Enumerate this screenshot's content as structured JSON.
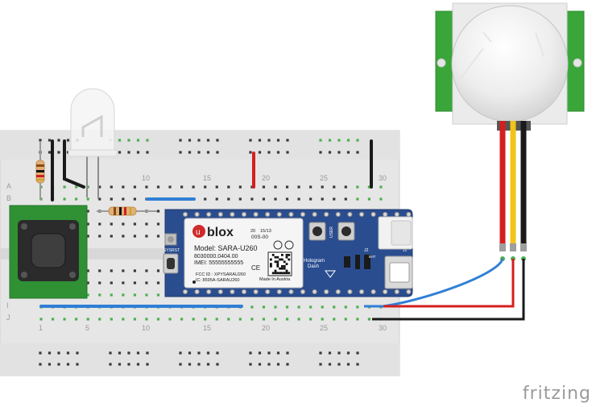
{
  "breadboard": {
    "row_letters_top": [
      "A",
      "B"
    ],
    "row_letters_bottom": [
      "I",
      "J"
    ],
    "column_numbers": [
      "1",
      "5",
      "10",
      "15",
      "20",
      "25",
      "30"
    ]
  },
  "module": {
    "brand": "blox",
    "model": "Model: SARA-U260",
    "part": "8030000.0404.00",
    "imei": "IMEI: 55555555555",
    "fcc": "FCC ID : XPYSARAU260",
    "ic": "IC: 8595A-SARAU260",
    "made_in": "Made In Austria",
    "date_code": "20",
    "week_code": "15/13",
    "rev": "00S-00",
    "ce_mark": "CE",
    "sys_rst": "SYSRST",
    "user_label": "USER",
    "board_name": "Hologram",
    "board_sub": "Dash",
    "j1": "J1",
    "j2": "J2",
    "bat": "BAT"
  },
  "logo": {
    "text": "fritzing"
  },
  "colors": {
    "breadboard": "#e6e6e6",
    "module_board": "#2a4d8f",
    "pir_green": "#3aa63a",
    "wire_red": "#d41f1f",
    "wire_yellow": "#f2c417",
    "wire_black": "#1a1a1a",
    "wire_blue": "#2f7fd6",
    "button_green": "#2f9134"
  }
}
